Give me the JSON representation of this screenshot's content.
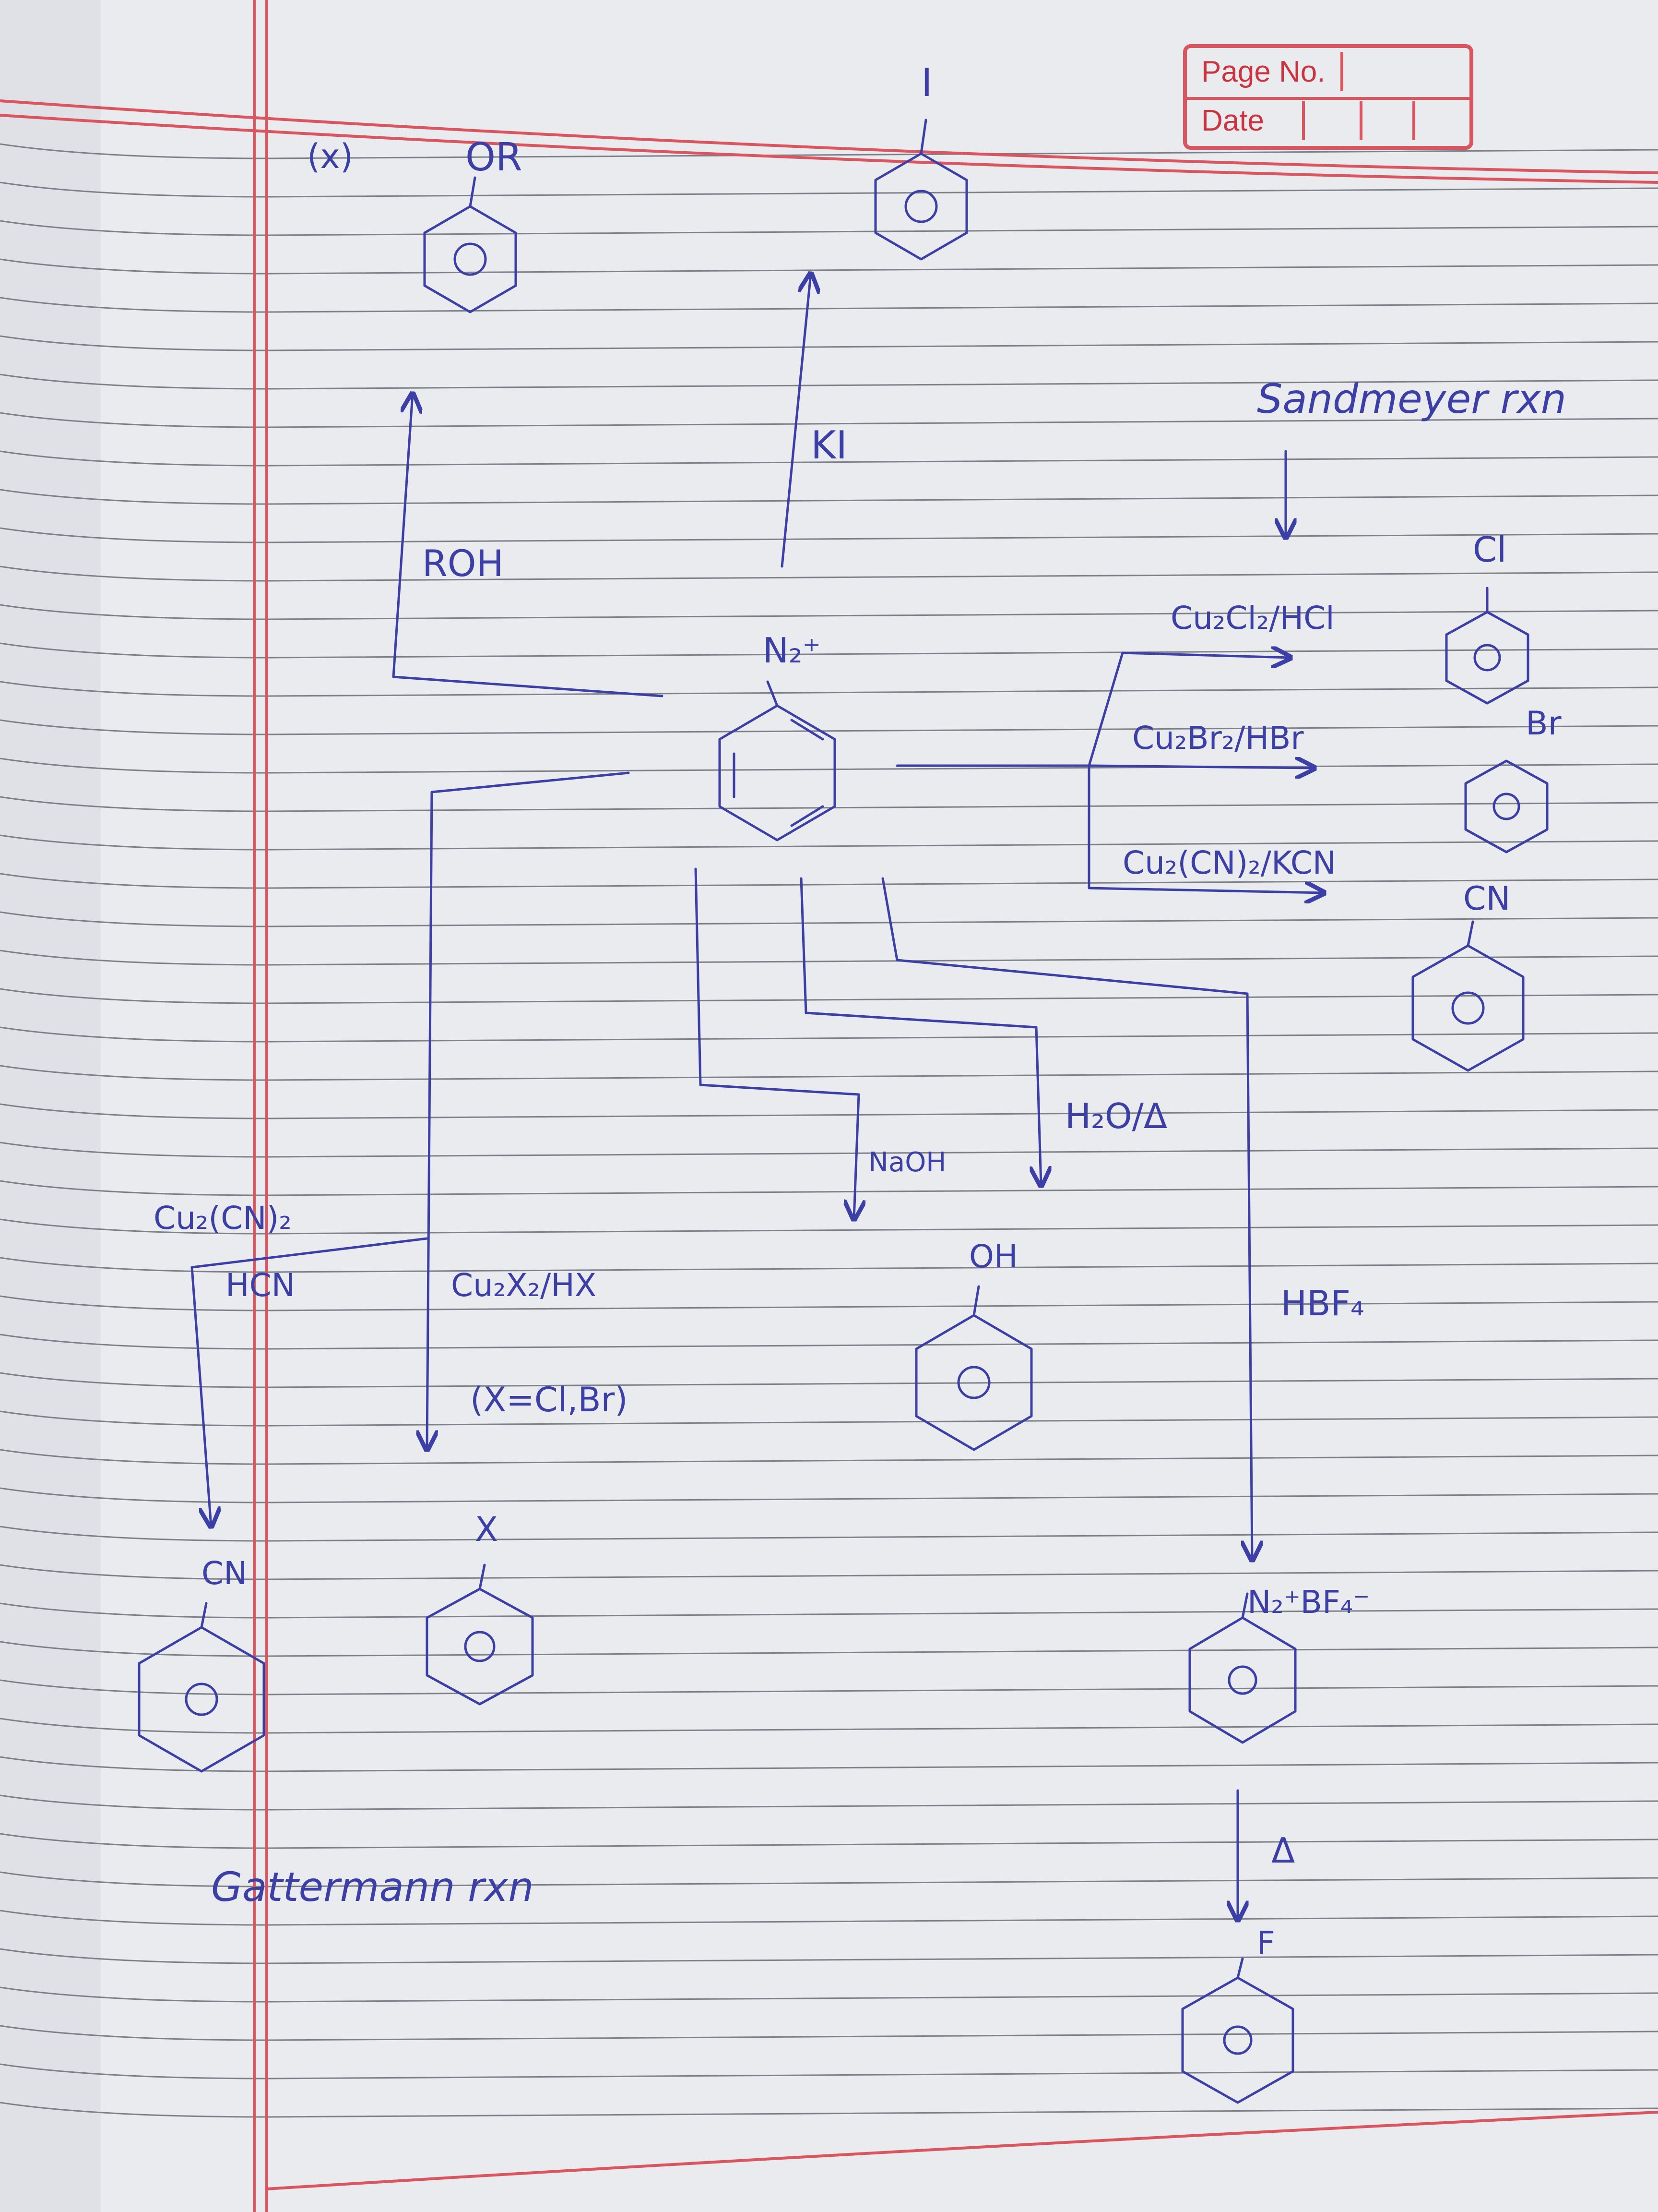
{
  "header": {
    "page_no_label": "Page No.",
    "date_label": "Date"
  },
  "diagram": {
    "question_marker": "(x)",
    "center": {
      "label": "N₂⁺"
    },
    "nodes": {
      "ether": {
        "substituent": "OR"
      },
      "iodo": {
        "substituent": "I"
      },
      "chloro": {
        "substituent": "Cl"
      },
      "bromo": {
        "substituent": "Br"
      },
      "cyano_sandmeyer": {
        "substituent": "CN"
      },
      "phenol": {
        "substituent": "OH"
      },
      "halo_gattermann": {
        "substituent": "X"
      },
      "cyano_gattermann": {
        "substituent": "CN"
      },
      "diazonium_bf4": {
        "substituent": "N₂⁺BF₄⁻"
      },
      "fluoro": {
        "substituent": "F"
      }
    },
    "edges": [
      {
        "id": "roh",
        "reagent": "ROH"
      },
      {
        "id": "ki",
        "reagent": "KI"
      },
      {
        "id": "cucl",
        "reagent": "Cu₂Cl₂/HCl"
      },
      {
        "id": "cubr",
        "reagent": "Cu₂Br₂/HBr"
      },
      {
        "id": "cucn",
        "reagent": "Cu₂(CN)₂/KCN"
      },
      {
        "id": "naoh",
        "reagent": "NaOH"
      },
      {
        "id": "h2o",
        "reagent": "H₂O/Δ"
      },
      {
        "id": "hbf4",
        "reagent": "HBF₄"
      },
      {
        "id": "heat",
        "reagent": "Δ"
      },
      {
        "id": "cux",
        "reagent": "Cu₂X₂/HX"
      },
      {
        "id": "cux_cond",
        "reagent": "(X=Cl,Br)"
      },
      {
        "id": "cucn2",
        "reagent": "Cu₂(CN)₂"
      },
      {
        "id": "hcn",
        "reagent": "HCN"
      }
    ],
    "annotations": {
      "sandmeyer": "Sandmeyer rxn",
      "gattermann": "Gattermann rxn"
    }
  },
  "colors": {
    "ink": "#3b3fa6",
    "margin": "#d9555f",
    "rule": "#7d8089",
    "paper": "#e9ebef"
  }
}
